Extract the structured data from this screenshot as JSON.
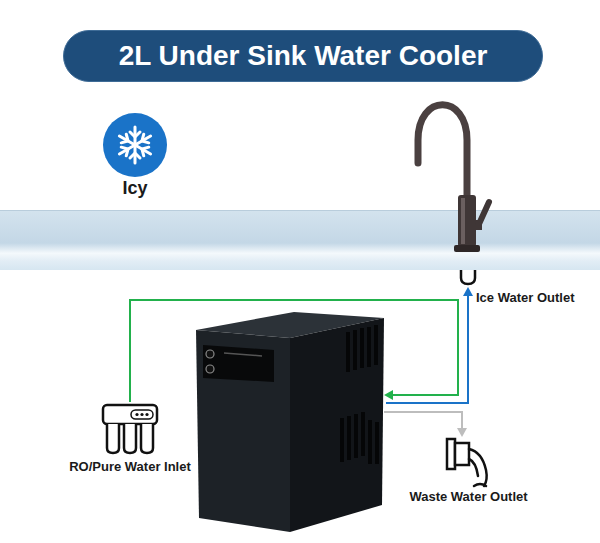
{
  "diagram": {
    "title": "2L Under Sink Water Cooler",
    "nodes": [
      {
        "text": [
          "Icy"
        ]
      },
      {
        "text": [
          "RO/Pure Water Inlet"
        ]
      },
      {
        "text": [
          "Waste Water Outlet"
        ]
      }
    ],
    "labels": [
      "Ice Water Outlet"
    ]
  }
}
